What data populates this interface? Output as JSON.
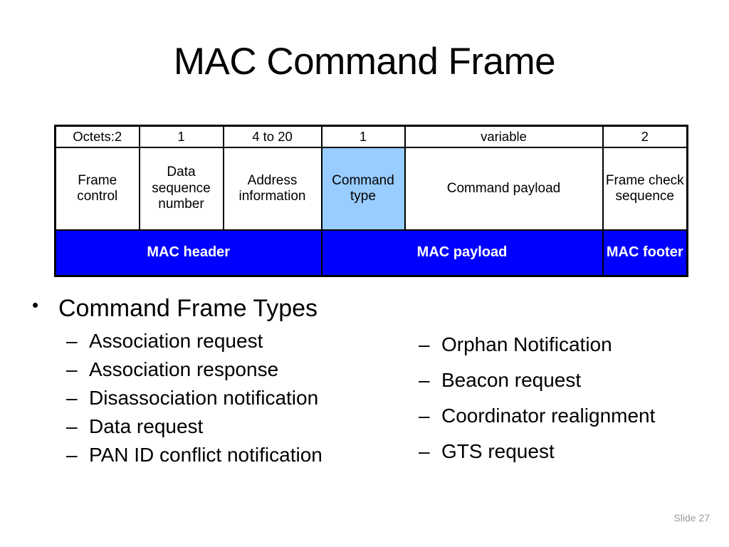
{
  "slide": {
    "title": "MAC Command Frame",
    "slide_number_label": "Slide 27",
    "colors": {
      "section_blue": "#0000FF",
      "highlight_light_blue": "#99CCFF",
      "text_black": "#000000",
      "section_text_white": "#FFFFFF",
      "slide_number_gray": "#9A9A9A"
    }
  },
  "frame_table": {
    "octets_row": [
      "Octets:2",
      "1",
      "4 to 20",
      "1",
      "variable",
      "2"
    ],
    "field_row": [
      "Frame control",
      "Data sequence number",
      "Address information",
      "Command type",
      "Command payload",
      "Frame check sequence"
    ],
    "section_row": [
      "MAC header",
      "MAC payload",
      "MAC footer"
    ]
  },
  "content": {
    "heading": "Command Frame Types",
    "bullet_glyph": "•",
    "dash_glyph": "–",
    "left_items": [
      "Association request",
      "Association response",
      "Disassociation notification",
      "Data request",
      "PAN ID conflict notification"
    ],
    "right_items": [
      "Orphan Notification",
      "Beacon request",
      "Coordinator realignment",
      "GTS request"
    ]
  }
}
